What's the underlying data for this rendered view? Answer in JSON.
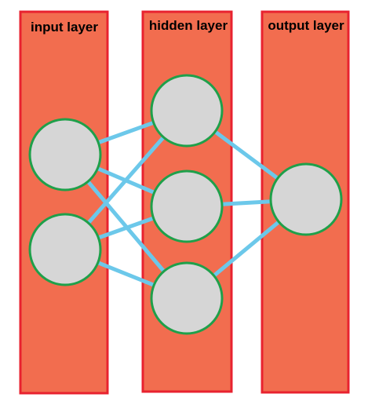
{
  "colors": {
    "layer_fill": "#f26d4f",
    "layer_border": "#e8222f",
    "node_fill": "#d6d6d6",
    "node_border": "#1fa04a",
    "edge": "#6cc8ea"
  },
  "layers": [
    {
      "label": "input layer",
      "node_count": 2
    },
    {
      "label": "hidden layer",
      "node_count": 3
    },
    {
      "label": "output layer",
      "node_count": 1
    }
  ],
  "connections": [
    {
      "from": "input-1",
      "to": "hidden-1"
    },
    {
      "from": "input-1",
      "to": "hidden-2"
    },
    {
      "from": "input-1",
      "to": "hidden-3"
    },
    {
      "from": "input-2",
      "to": "hidden-1"
    },
    {
      "from": "input-2",
      "to": "hidden-2"
    },
    {
      "from": "input-2",
      "to": "hidden-3"
    },
    {
      "from": "hidden-1",
      "to": "output-1"
    },
    {
      "from": "hidden-2",
      "to": "output-1"
    },
    {
      "from": "hidden-3",
      "to": "output-1"
    }
  ]
}
